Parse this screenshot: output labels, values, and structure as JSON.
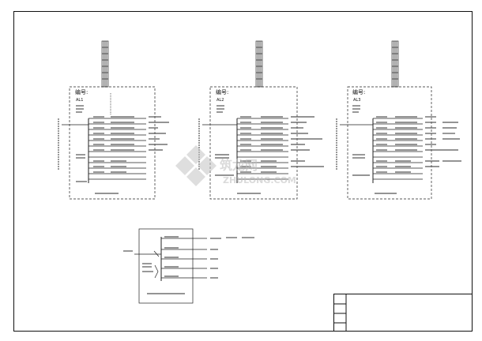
{
  "page": {
    "colors": {
      "background": "#ffffff",
      "line": "#111111",
      "watermark": "#c4c4c4"
    }
  },
  "panels": [
    {
      "heading": "编号:",
      "code": "AL1"
    },
    {
      "heading": "编号:",
      "code": "AL2"
    },
    {
      "heading": "编号:",
      "code": "AL3"
    }
  ],
  "watermark": {
    "brand": "筑龙网",
    "site": "ZHULONG.COM",
    "icon": "zhulong-logo-icon"
  },
  "title_block": {
    "cells": [
      "",
      "",
      "",
      "",
      ""
    ]
  }
}
